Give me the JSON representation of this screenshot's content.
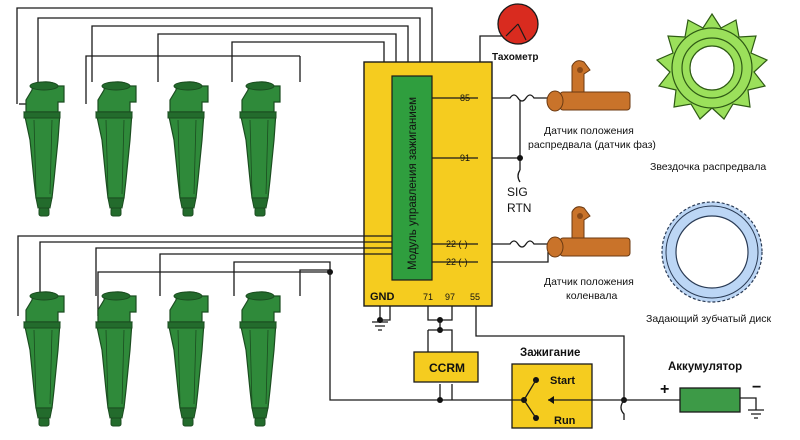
{
  "diagram": {
    "module_label": "Модуль управления зажиганием",
    "tachometer": "Тахометр",
    "cam_sensor": [
      "Датчик положения",
      "распредвала (датчик фаз)"
    ],
    "cam_sprocket": "Звездочка распредвала",
    "crank_sensor": [
      "Датчик положения",
      "коленвала"
    ],
    "trigger_disc": "Задающий зубчатый диск",
    "sig": "SIG",
    "rtn": "RTN",
    "pins": {
      "p85": "85",
      "p91": "91",
      "p22a": "22 (-)",
      "p22b": "22 (-)",
      "gnd": "GND",
      "p71": "71",
      "p97": "97",
      "p55": "55"
    },
    "ccrm": "CCRM",
    "ignition": "Зажигание",
    "start": "Start",
    "run": "Run",
    "battery": "Аккумулятор",
    "plus": "+",
    "minus": "−",
    "colors": {
      "module": "#f5cc1f",
      "coil": "#2f8a3a",
      "sensor": "#c9732a",
      "sprocket": "#9be05b",
      "disc": "#bcd6f5",
      "tacho": "#d92b1f",
      "battery": "#3d9a47"
    }
  }
}
